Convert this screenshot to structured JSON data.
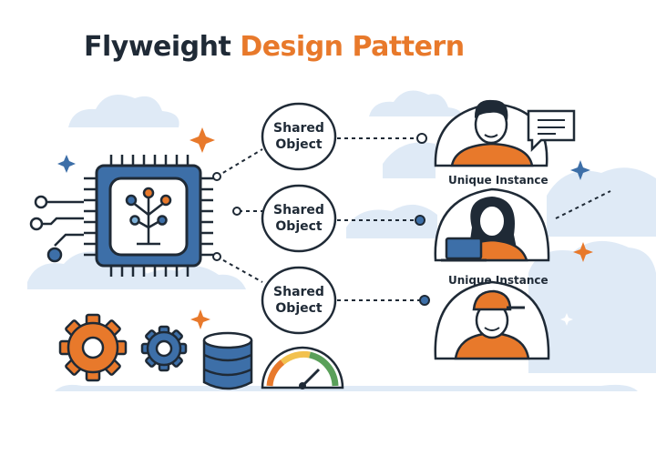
{
  "title": {
    "part1": "Flyweight",
    "part2": "Design Pattern"
  },
  "shared_objects": [
    {
      "line1": "Shared",
      "line2": "Object"
    },
    {
      "line1": "Shared",
      "line2": "Object"
    },
    {
      "line1": "Shared",
      "line2": "Object"
    }
  ],
  "instances": [
    {
      "label": "Unique Instance"
    },
    {
      "label": "Unique Instance"
    }
  ],
  "colors": {
    "navy": "#1f2a36",
    "orange": "#e8792b",
    "blue": "#3d6fa8",
    "light_blue": "#dbe8f5"
  },
  "icons": [
    "chip-icon",
    "tree-icon",
    "gear-icon",
    "database-icon",
    "gauge-icon",
    "chat-bubble-icon",
    "laptop-icon",
    "sparkle-icon"
  ]
}
